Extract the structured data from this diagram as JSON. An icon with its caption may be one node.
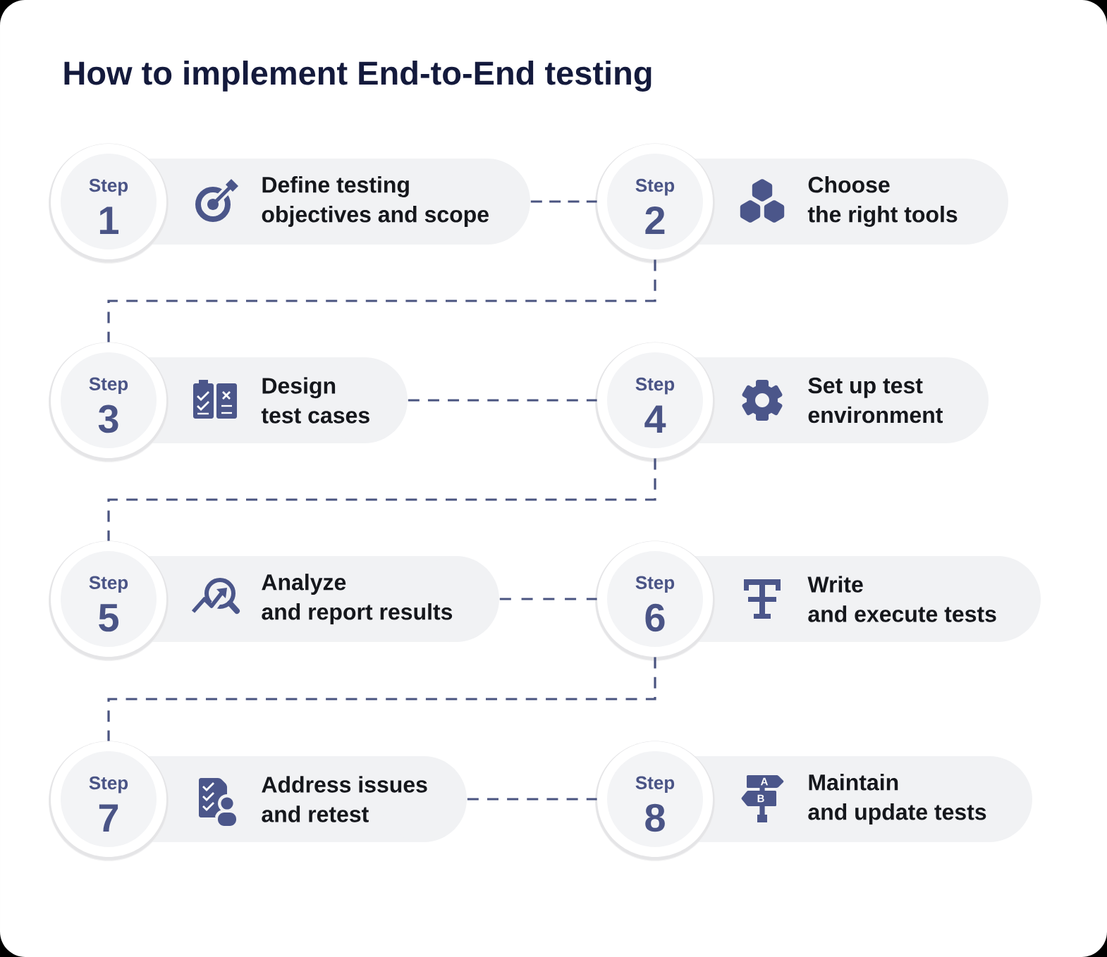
{
  "diagram": {
    "title": "How to implement End-to-End testing",
    "nodes": [
      {
        "text": [
          "Step",
          "1"
        ]
      },
      {
        "text": [
          "Define testing objectives and scope"
        ]
      },
      {
        "text": [
          "Step",
          "2"
        ]
      },
      {
        "text": [
          "Choose the right tools"
        ]
      },
      {
        "text": [
          "Step",
          "3"
        ]
      },
      {
        "text": [
          "Design test cases"
        ]
      },
      {
        "text": [
          "Step",
          "4"
        ]
      },
      {
        "text": [
          "Set up test environment"
        ]
      },
      {
        "text": [
          "Step",
          "5"
        ]
      },
      {
        "text": [
          "Analyze and report results"
        ]
      },
      {
        "text": [
          "Step",
          "6"
        ]
      },
      {
        "text": [
          "Write and execute tests"
        ]
      },
      {
        "text": [
          "Step",
          "7"
        ]
      },
      {
        "text": [
          "Address issues and retest"
        ]
      },
      {
        "text": [
          "Step",
          "8"
        ]
      },
      {
        "text": [
          "Maintain and update tests"
        ]
      }
    ],
    "edges": [
      {
        "from": 1,
        "to": 2,
        "arrow": "none",
        "style": "dashed"
      },
      {
        "from": 2,
        "to": 4,
        "arrow": "none",
        "style": "dashed"
      },
      {
        "from": 5,
        "to": 6,
        "arrow": "none",
        "style": "dashed"
      },
      {
        "from": 6,
        "to": 8,
        "arrow": "none",
        "style": "dashed"
      },
      {
        "from": 9,
        "to": 10,
        "arrow": "none",
        "style": "dashed"
      },
      {
        "from": 10,
        "to": 12,
        "arrow": "none",
        "style": "dashed"
      },
      {
        "from": 13,
        "to": 14,
        "arrow": "none",
        "style": "dashed"
      }
    ],
    "labels": [
      "A",
      "B"
    ]
  }
}
